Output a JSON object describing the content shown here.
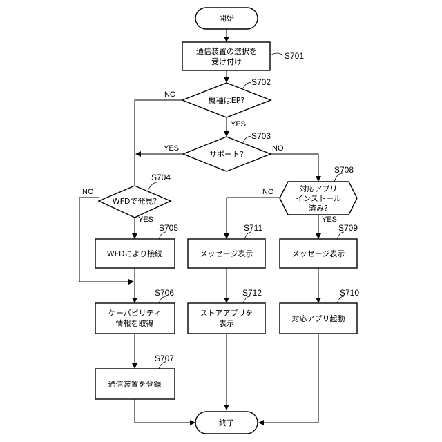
{
  "nodes": {
    "start": {
      "text": "開始"
    },
    "s701": {
      "step": "S701",
      "line1": "通信装置の選択を",
      "line2": "受け付け"
    },
    "s702": {
      "step": "S702",
      "text": "機種はEP?"
    },
    "s703": {
      "step": "S703",
      "text": "サポート?"
    },
    "s704": {
      "step": "S704",
      "text": "WFDで発見?"
    },
    "s705": {
      "step": "S705",
      "text": "WFDにより接続"
    },
    "s706": {
      "step": "S706",
      "line1": "ケーパビリティ",
      "line2": "情報を取得"
    },
    "s707": {
      "step": "S707",
      "text": "通信装置を登録"
    },
    "s708": {
      "step": "S708",
      "line1": "対応アプリ",
      "line2": "インストール",
      "line3": "済み?"
    },
    "s709": {
      "step": "S709",
      "text": "メッセージ表示"
    },
    "s710": {
      "step": "S710",
      "text": "対応アプリ起動"
    },
    "s711": {
      "step": "S711",
      "text": "メッセージ表示"
    },
    "s712": {
      "step": "S712",
      "line1": "ストアアプリを",
      "line2": "表示"
    },
    "end": {
      "text": "終了"
    }
  },
  "edges": {
    "yes": "YES",
    "no": "NO"
  }
}
